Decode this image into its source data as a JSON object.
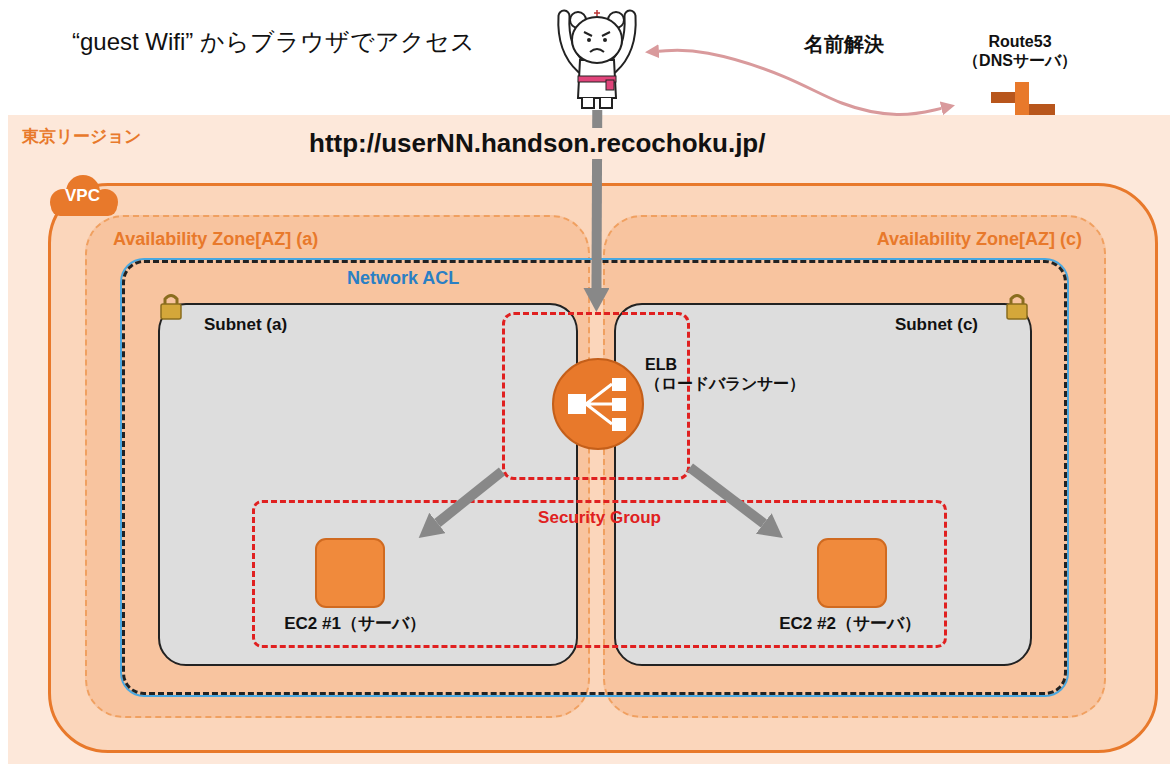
{
  "diagram": {
    "nodes": [
      {
        "text": [
          "“guest Wifi” からブラウザでアクセス"
        ]
      },
      {
        "text": [
          "Route53 （DNSサーバ）"
        ]
      },
      {
        "text": [
          "東京リージョン"
        ]
      },
      {
        "text": [
          "VPC"
        ],
        "in": 2
      },
      {
        "text": [
          "Availability Zone[AZ] (a)"
        ],
        "in": 3
      },
      {
        "text": [
          "Availability Zone[AZ] (c)"
        ],
        "in": 3
      },
      {
        "text": [
          "Network ACL"
        ],
        "in": 3
      },
      {
        "text": [
          "Subnet (a)"
        ],
        "in": 6
      },
      {
        "text": [
          "Subnet (c)"
        ],
        "in": 6
      },
      {
        "text": [
          "ELB （ロードバランサー）"
        ],
        "in": 6
      },
      {
        "text": [
          "Security Group"
        ],
        "in": 6
      },
      {
        "text": [
          "EC2 #1（サーバ）"
        ],
        "in": 10
      },
      {
        "text": [
          "EC2 #2（サーバ）"
        ],
        "in": 10
      }
    ],
    "edges": [
      {
        "from": 0,
        "to": 1,
        "arrow": "both",
        "label": "名前解決"
      },
      {
        "from": 0,
        "to": 9,
        "arrow": "to",
        "label": "http://userNN.handson.recochoku.jp/"
      },
      {
        "from": 9,
        "to": 11,
        "arrow": "to"
      },
      {
        "from": 9,
        "to": 12,
        "arrow": "to"
      }
    ]
  }
}
